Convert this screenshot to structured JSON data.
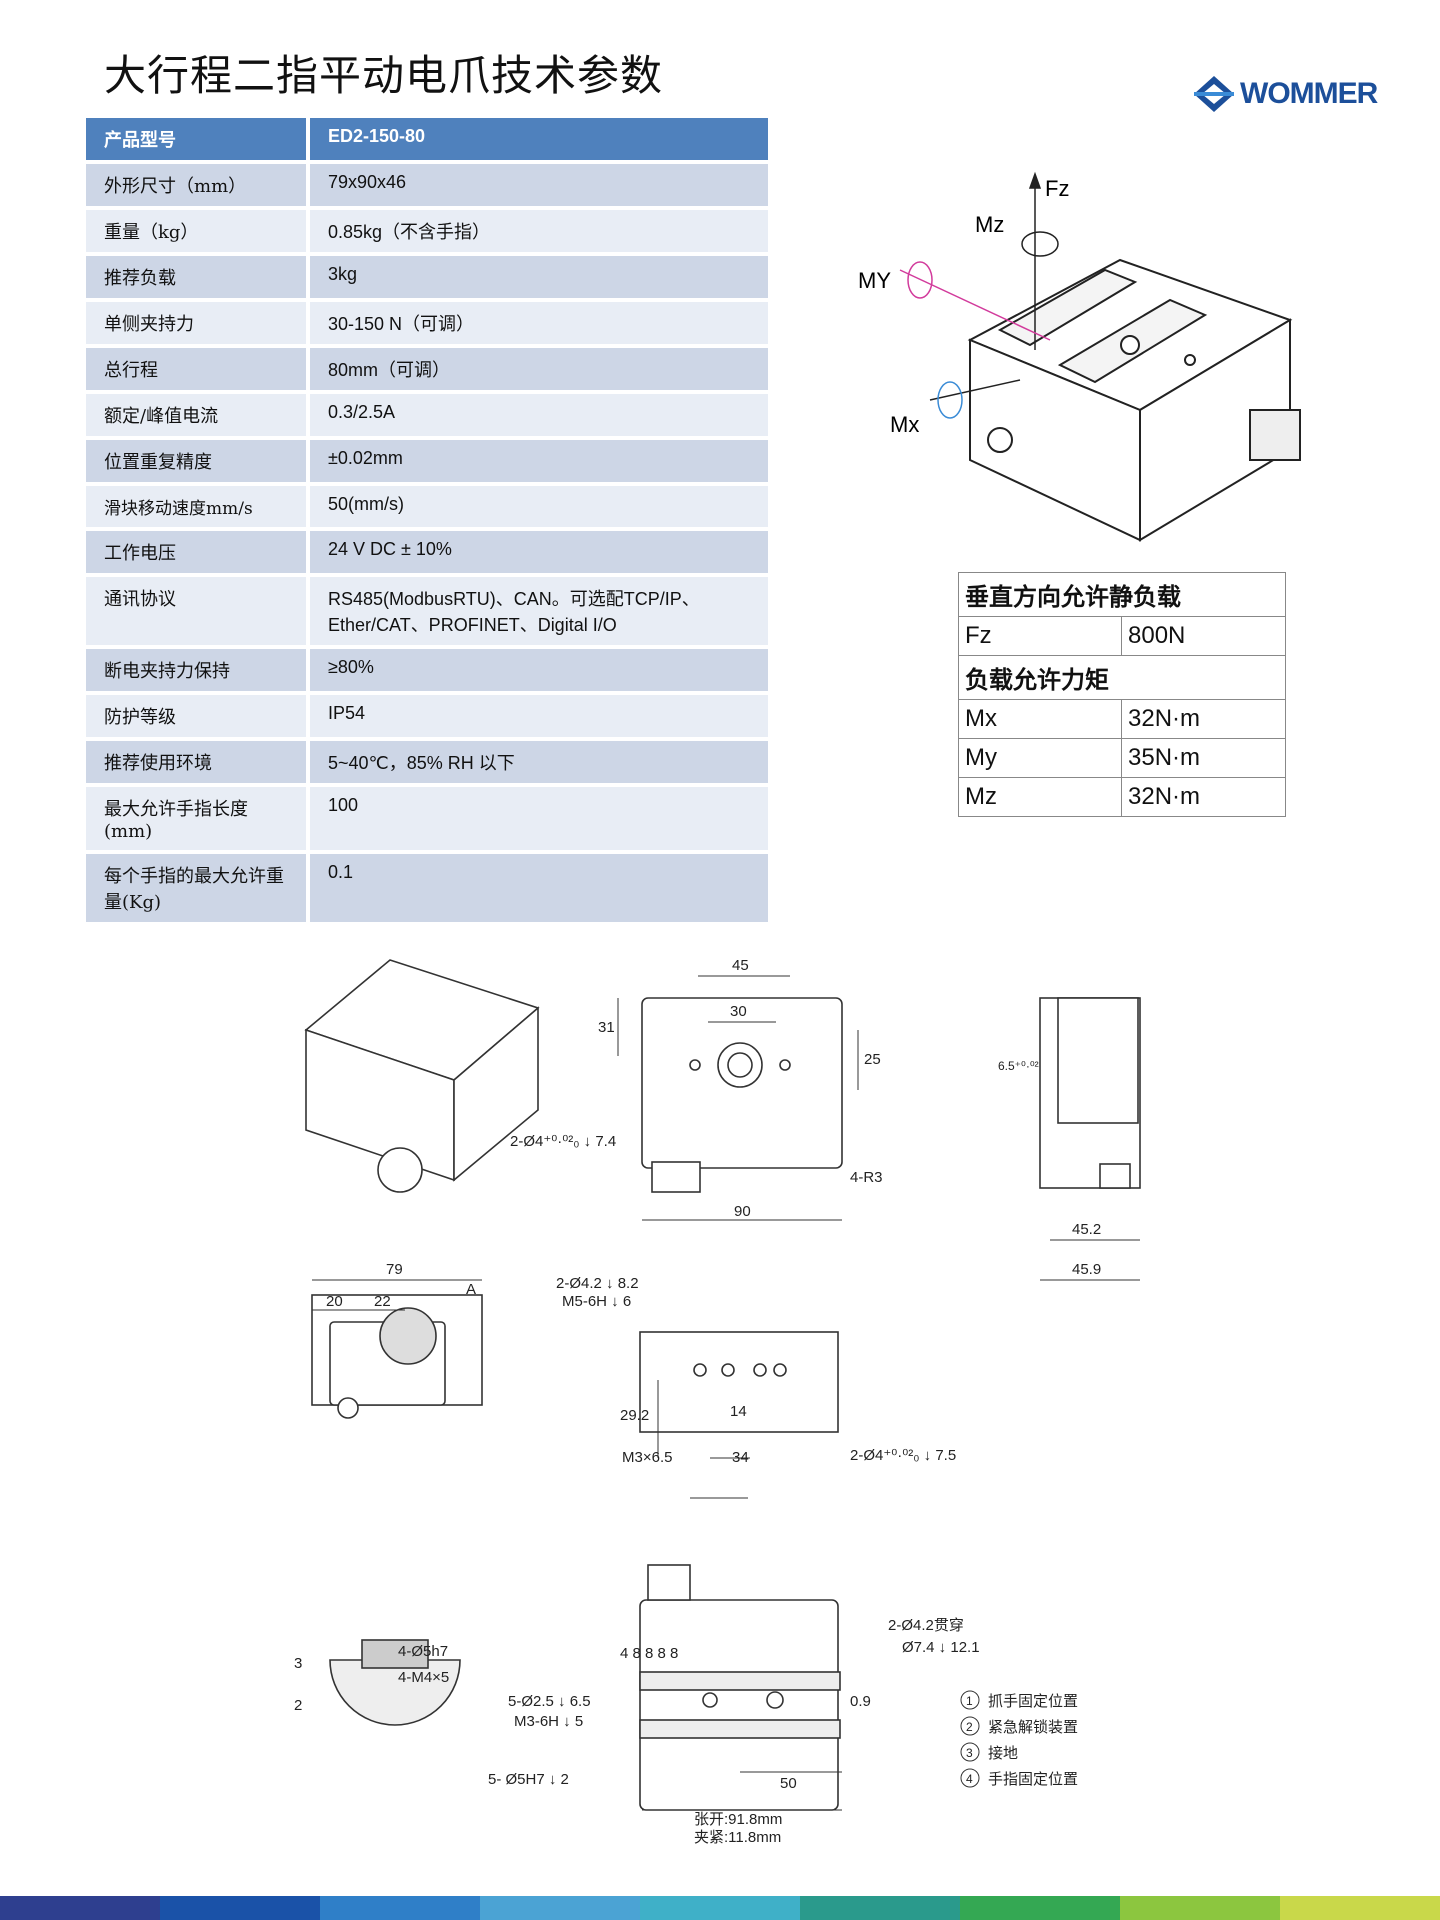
{
  "title": "大行程二指平动电爪技术参数",
  "logo": {
    "text": "WOMMER",
    "icon": "diamond-logo-icon",
    "color": "#1c4f9a"
  },
  "spec_table": {
    "header": {
      "key": "产品型号",
      "value": "ED2-150-80"
    },
    "rows": [
      {
        "key": "外形尺寸（mm）",
        "value": "79x90x46"
      },
      {
        "key": "重量（kg）",
        "value": "0.85kg（不含手指）"
      },
      {
        "key": "推荐负载",
        "value": "3kg"
      },
      {
        "key": "单侧夹持力",
        "value": "30-150 N（可调）"
      },
      {
        "key": "总行程",
        "value": "80mm（可调）"
      },
      {
        "key": "额定/峰值电流",
        "value": "0.3/2.5A"
      },
      {
        "key": "位置重复精度",
        "value": "±0.02mm"
      },
      {
        "key": "滑块移动速度mm/s",
        "value": "50(mm/s)"
      },
      {
        "key": "工作电压",
        "value": "24 V DC ± 10%"
      },
      {
        "key": "通讯协议",
        "value": "RS485(ModbusRTU)、CAN。可选配TCP/IP、Ether/CAT、PROFINET、Digital I/O"
      },
      {
        "key": "断电夹持力保持",
        "value": "≥80%"
      },
      {
        "key": "防护等级",
        "value": "IP54"
      },
      {
        "key": "推荐使用环境",
        "value": "5~40℃，85% RH 以下"
      },
      {
        "key": "最大允许手指长度(mm)",
        "value": "100"
      },
      {
        "key": "每个手指的最大允许重量(Kg)",
        "value": "0.1"
      }
    ],
    "colors": {
      "header": "#4f81bd",
      "row_a": "#cdd6e6",
      "row_b": "#e8edf5"
    }
  },
  "load_table": {
    "vertical_title": "垂直方向允许静负载",
    "fz": {
      "label": "Fz",
      "value": "800N"
    },
    "moment_title": "负载允许力矩",
    "mx": {
      "label": "Mx",
      "value": "32N·m"
    },
    "my": {
      "label": "My",
      "value": "35N·m"
    },
    "mz": {
      "label": "Mz",
      "value": "32N·m"
    }
  },
  "iso_labels": {
    "fz": "Fz",
    "mz": "Mz",
    "my": "MY",
    "mx": "Mx"
  },
  "drawing": {
    "dim_45": "45",
    "dim_30": "30",
    "dim_31": "31",
    "dim_25": "25",
    "dim_90": "90",
    "note_hole_top": "2-Ø4⁺⁰·⁰²₀ ↓ 7.4",
    "dim_r3": "4-R3",
    "dim_side": "6.5⁺⁰·⁰²",
    "dim_452": "45.2",
    "dim_459": "45.9",
    "dim_79": "79",
    "dim_20": "20",
    "dim_22": "22",
    "dim_a": "A",
    "note_m5_1": "2-Ø4.2 ↓ 8.2",
    "note_m5_2": "M5-6H ↓ 6",
    "dim_292": "29.2",
    "dim_14": "14",
    "dim_34": "34",
    "note_m3": "M3×6.5",
    "note_hole_bottom": "2-Ø4⁺⁰·⁰²₀ ↓ 7.5",
    "note_5h7": "4-Ø5h7",
    "note_m4": "4-M4×5",
    "dim_3": "3",
    "dim_2": "2",
    "note_thru": "2-Ø4.2贯穿",
    "note_cbore": "Ø7.4 ↓ 12.1",
    "dims_8": "4  8  8  8  8",
    "dim_09": "0.9",
    "note_25_1": "5-Ø2.5 ↓ 6.5",
    "note_25_2": "M3-6H ↓ 5",
    "note_5h7b": "5-   Ø5H7 ↓ 2",
    "dim_50": "50",
    "open": "张开:91.8mm",
    "close": "夹紧:11.8mm"
  },
  "legend": [
    {
      "num": "1",
      "text": "抓手固定位置"
    },
    {
      "num": "2",
      "text": "紧急解锁装置"
    },
    {
      "num": "3",
      "text": "接地"
    },
    {
      "num": "4",
      "text": "手指固定位置"
    }
  ],
  "bottom_bar_colors": [
    "#2e3f8f",
    "#1a52a8",
    "#2f7fc8",
    "#4ba3d4",
    "#3fb0c8",
    "#2a9a8c",
    "#34a853",
    "#8cc63f",
    "#c9d84a"
  ]
}
